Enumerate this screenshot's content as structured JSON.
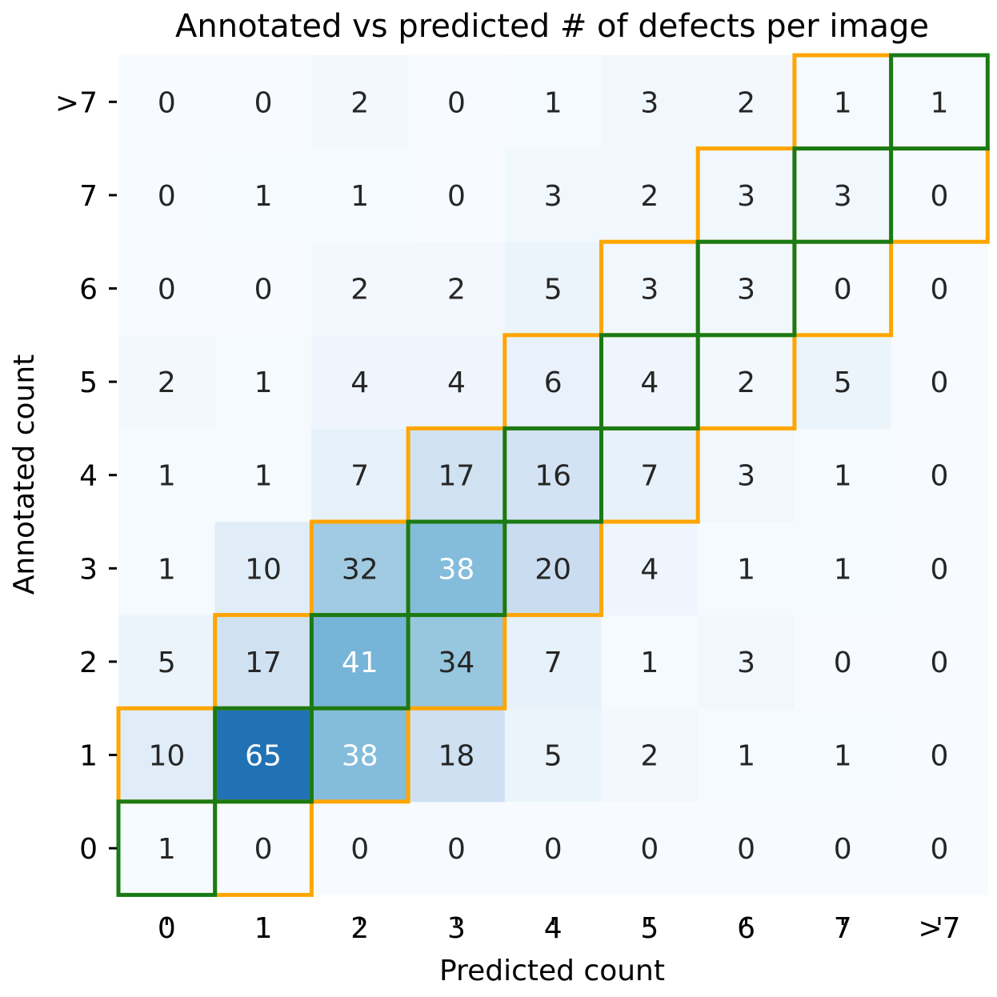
{
  "chart_data": {
    "type": "heatmap",
    "title": "Annotated vs predicted # of defects per image",
    "xlabel": "Predicted count",
    "ylabel": "Annotated count",
    "x_categories": [
      "0",
      "1",
      "2",
      "3",
      "4",
      "5",
      "6",
      "7",
      ">7"
    ],
    "y_categories": [
      "0",
      "1",
      "2",
      "3",
      "4",
      "5",
      "6",
      "7",
      ">7"
    ],
    "matrix": [
      [
        1,
        0,
        0,
        0,
        0,
        0,
        0,
        0,
        0
      ],
      [
        10,
        65,
        38,
        18,
        5,
        2,
        1,
        1,
        0
      ],
      [
        5,
        17,
        41,
        34,
        7,
        1,
        3,
        0,
        0
      ],
      [
        1,
        10,
        32,
        38,
        20,
        4,
        1,
        1,
        0
      ],
      [
        1,
        1,
        7,
        17,
        16,
        7,
        3,
        1,
        0
      ],
      [
        2,
        1,
        4,
        4,
        6,
        4,
        2,
        5,
        0
      ],
      [
        0,
        0,
        2,
        2,
        5,
        3,
        3,
        0,
        0
      ],
      [
        0,
        1,
        1,
        0,
        3,
        2,
        3,
        3,
        0
      ],
      [
        0,
        0,
        2,
        0,
        1,
        3,
        2,
        1,
        1
      ]
    ],
    "colormap": "Blues",
    "value_range": [
      0,
      65
    ],
    "light_text_threshold": 38,
    "text_dark_color": "#262626",
    "text_light_color": "#ffffff",
    "exact_match_outline_color": "#1a7a14",
    "off_by_one_outline_color": "#ffa500",
    "grid": false,
    "legend": "none"
  }
}
